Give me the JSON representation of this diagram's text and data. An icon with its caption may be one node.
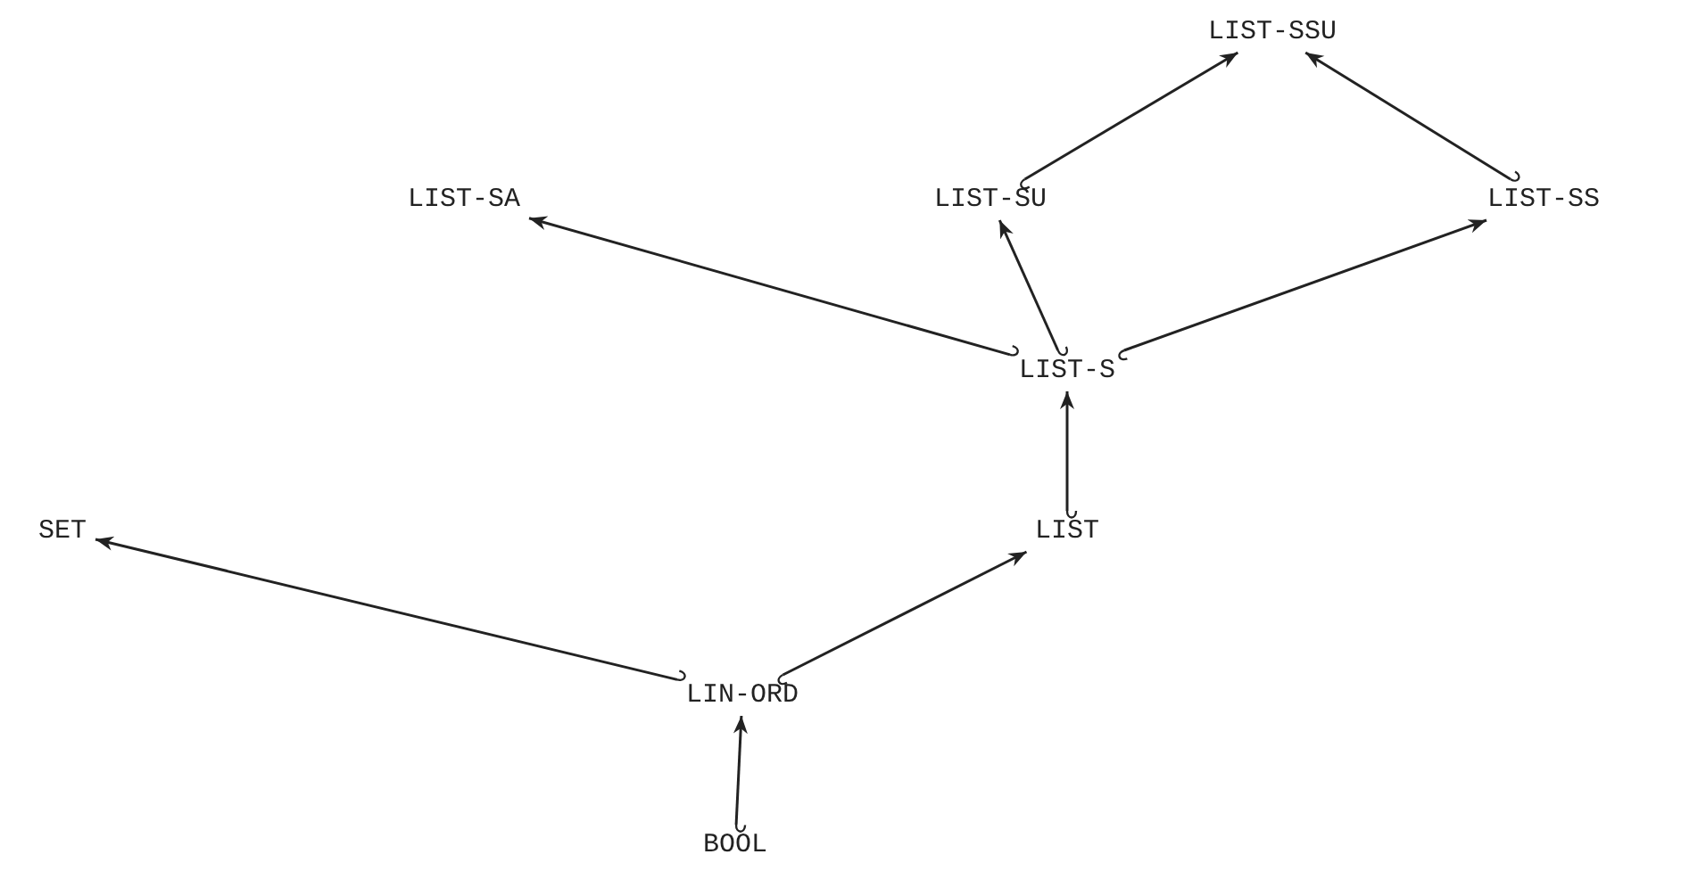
{
  "diagram": {
    "nodes": [
      {
        "text": [
          "LIST-SSU"
        ]
      },
      {
        "text": [
          "LIST-SA"
        ]
      },
      {
        "text": [
          "LIST-SU"
        ]
      },
      {
        "text": [
          "LIST-SS"
        ]
      },
      {
        "text": [
          "LIST-S"
        ]
      },
      {
        "text": [
          "SET"
        ]
      },
      {
        "text": [
          "LIST"
        ]
      },
      {
        "text": [
          "LIN-ORD"
        ]
      },
      {
        "text": [
          "BOOL"
        ]
      }
    ],
    "edges": [
      {
        "from": 2,
        "to": 0,
        "arrow": "to"
      },
      {
        "from": 3,
        "to": 0,
        "arrow": "to"
      },
      {
        "from": 4,
        "to": 1,
        "arrow": "to"
      },
      {
        "from": 4,
        "to": 2,
        "arrow": "to"
      },
      {
        "from": 4,
        "to": 3,
        "arrow": "to"
      },
      {
        "from": 6,
        "to": 4,
        "arrow": "to"
      },
      {
        "from": 7,
        "to": 5,
        "arrow": "to"
      },
      {
        "from": 7,
        "to": 6,
        "arrow": "to"
      },
      {
        "from": 8,
        "to": 7,
        "arrow": "to"
      }
    ]
  }
}
